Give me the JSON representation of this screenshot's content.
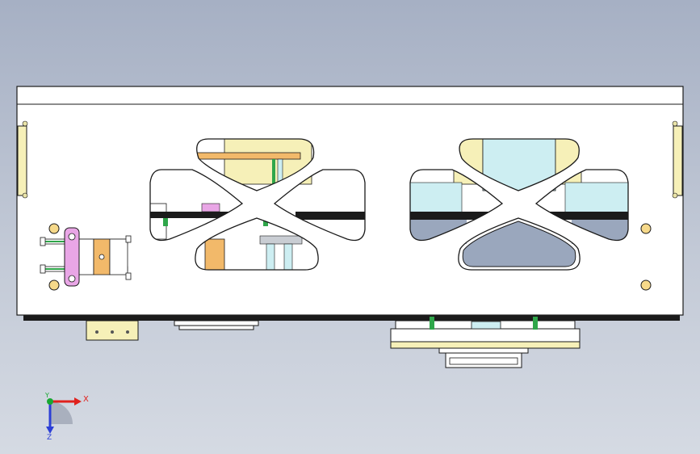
{
  "scene": {
    "type": "cad-assembly-view",
    "view": "front",
    "background_top": "#a6b0c4",
    "background_bottom": "#d5dae3"
  },
  "triad": {
    "x_label": "X",
    "y_label": "Y",
    "z_label": "Z",
    "x_color": "#e0211d",
    "y_color": "#19a832",
    "z_color": "#2c3fd6"
  },
  "colors": {
    "plate": "#ffffff",
    "edge": "#1a1a1a",
    "yellow_part": "#f6f0b8",
    "cyan_part": "#cdeef2",
    "orange_part": "#f2b96a",
    "pink_part": "#e9a6e6",
    "gray_part": "#c9cdd3",
    "slot_blue": "#9aa7bd",
    "green_part": "#2fa64a",
    "base_bar": "#1b1b1b"
  }
}
